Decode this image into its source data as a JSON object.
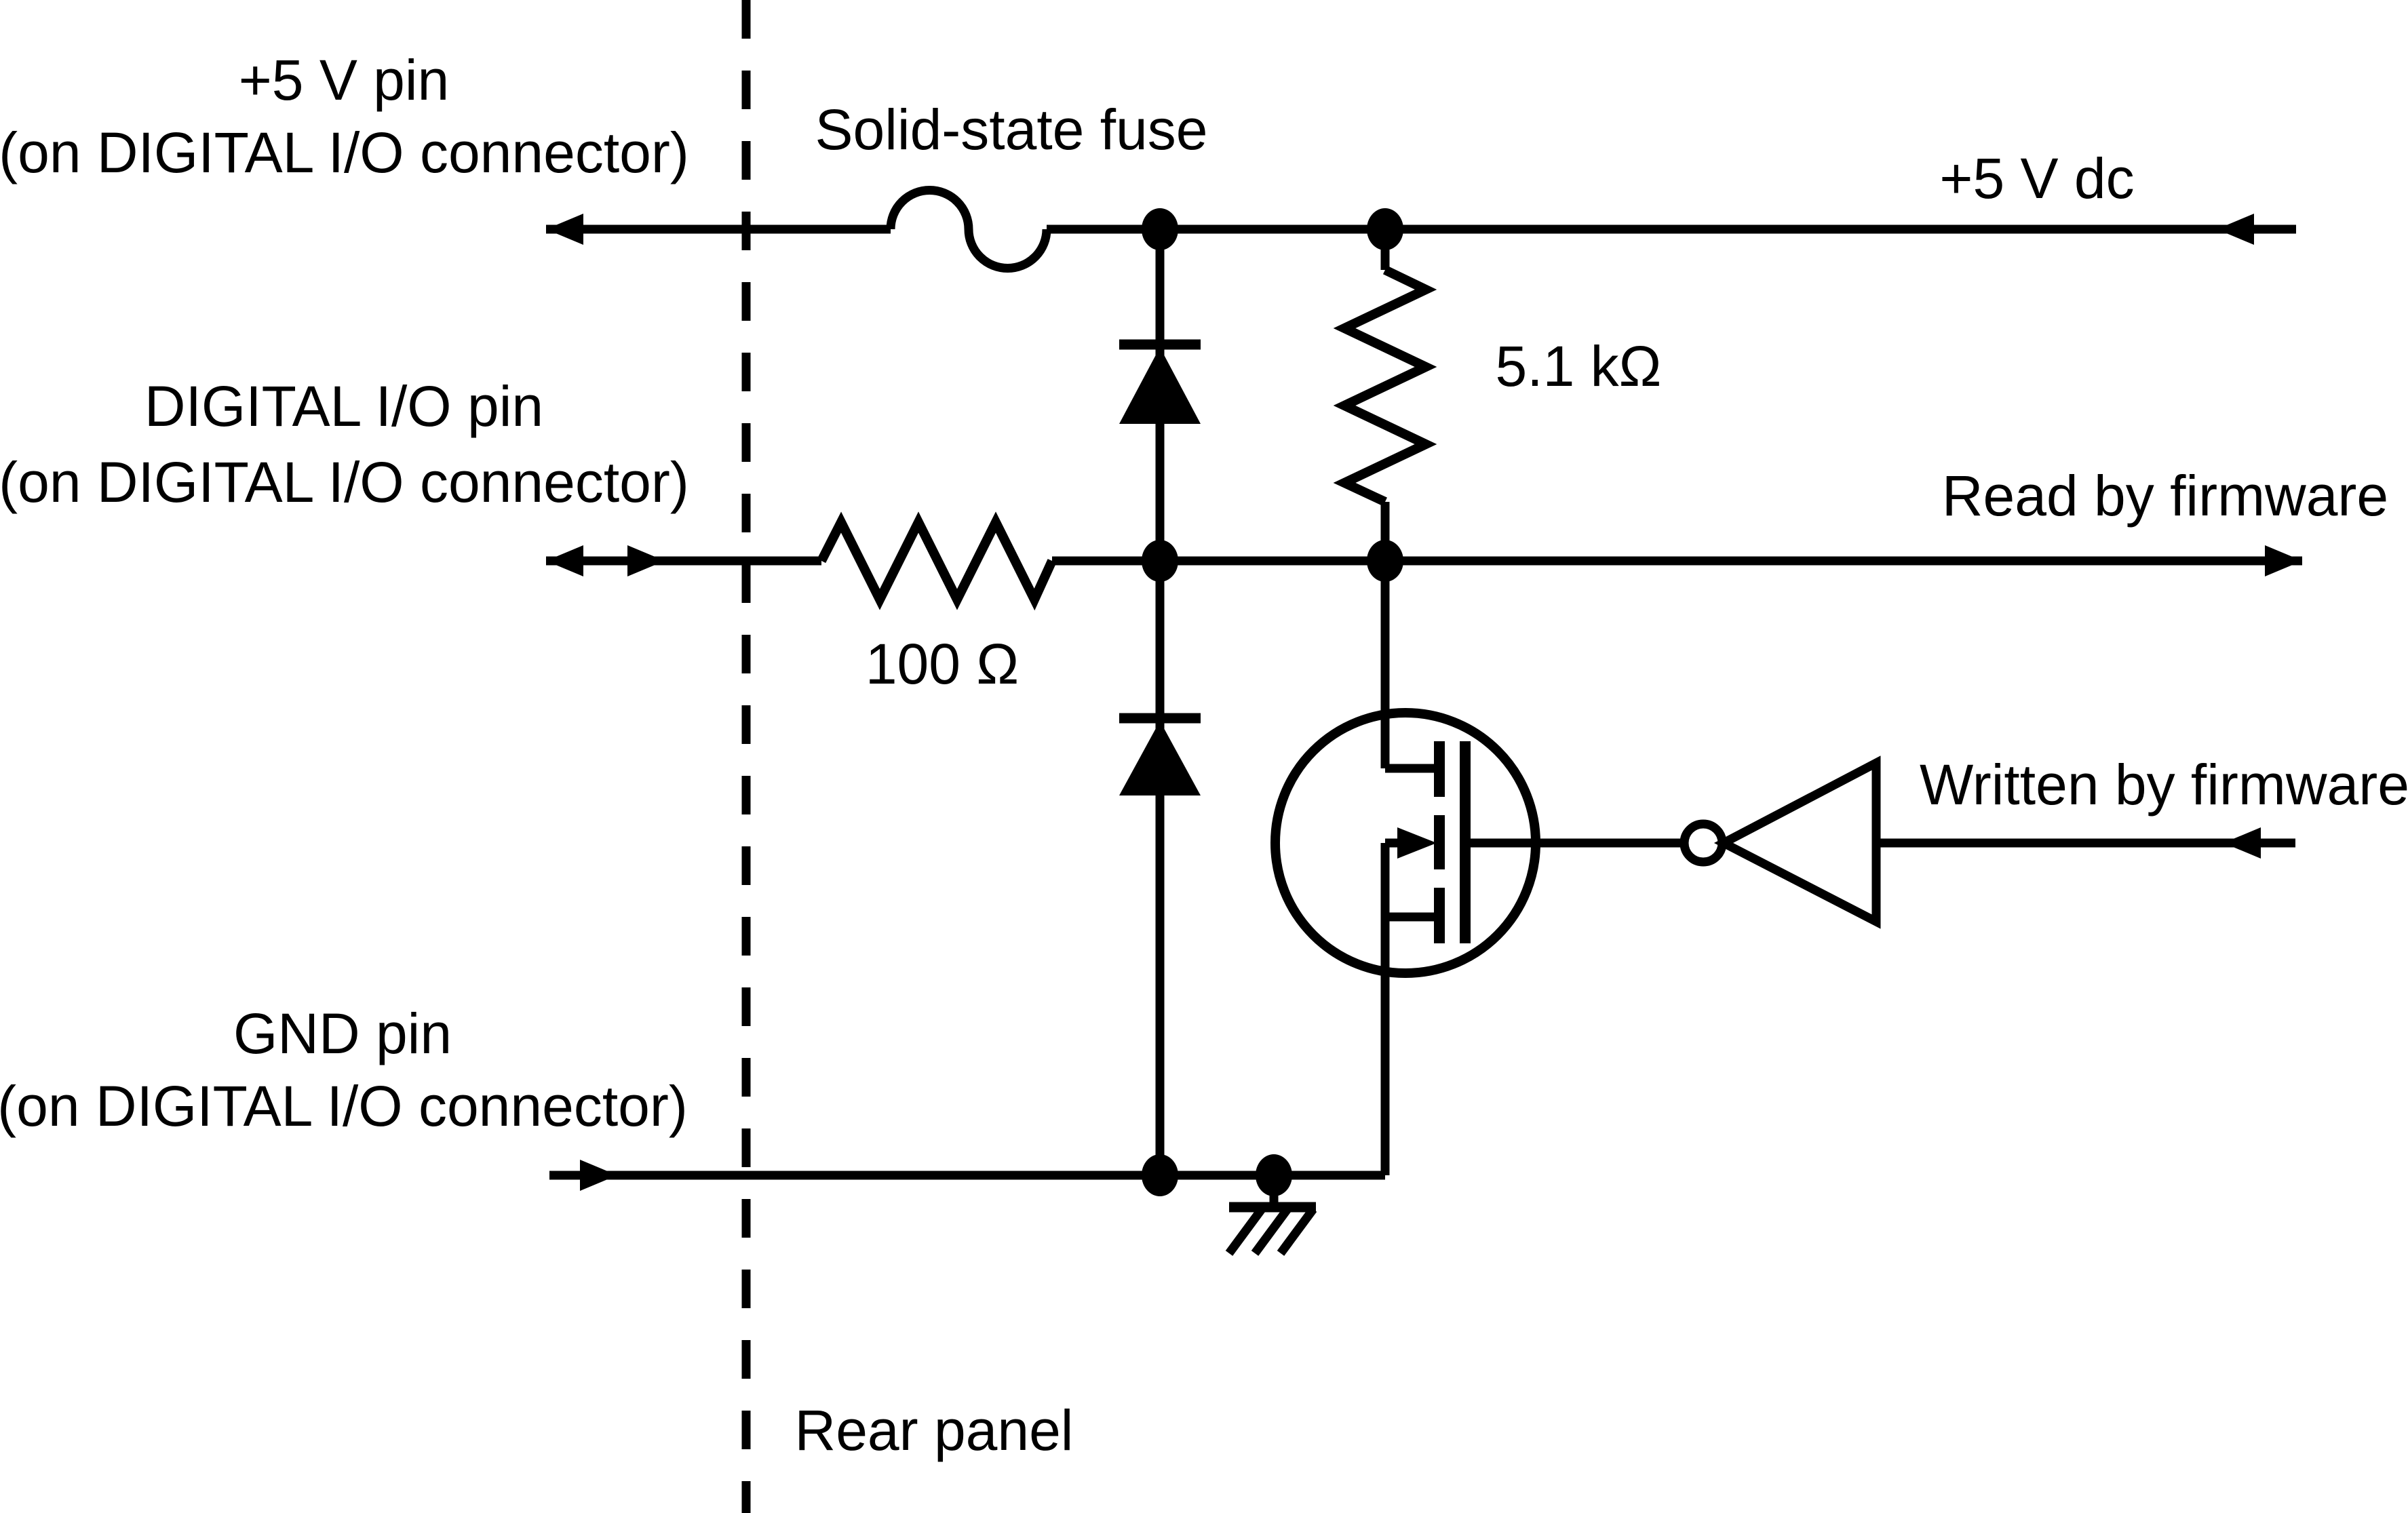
{
  "labels": {
    "pin5v_1": "+5 V pin",
    "pin5v_2": "(on DIGITAL I/O connector)",
    "fuse": "Solid-state fuse",
    "rail5v": "+5 V dc",
    "dio_1": "DIGITAL I/O pin",
    "dio_2": "(on DIGITAL I/O connector)",
    "pullup_value": "5.1 kΩ",
    "read": "Read by firmware",
    "series_value": "100 Ω",
    "written": "Written by firmware",
    "gnd_1": "GND pin",
    "gnd_2": "(on DIGITAL I/O connector)",
    "rear_panel": "Rear panel"
  },
  "colors": {
    "ink": "#000000",
    "paper": "#ffffff"
  }
}
